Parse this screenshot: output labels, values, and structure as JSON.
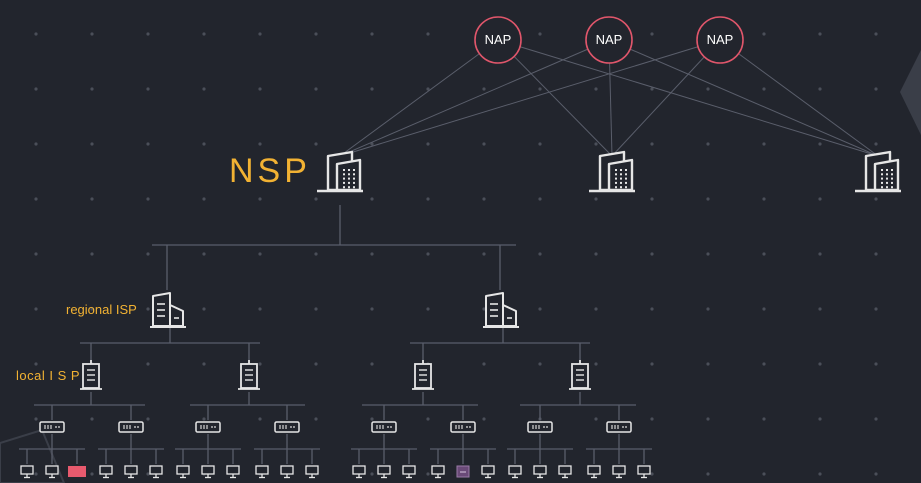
{
  "diagram": {
    "title": "",
    "labels": {
      "nsp": "NSP",
      "regional_isp": "regional ISP",
      "local_isp": "local I S P"
    },
    "nap_nodes": [
      {
        "label": "NAP"
      },
      {
        "label": "NAP"
      },
      {
        "label": "NAP"
      }
    ],
    "nsp_nodes": 3,
    "regional_isp_nodes": 2,
    "local_isp_nodes": 4,
    "switch_nodes": 8,
    "computers_per_switch": 3,
    "highlighted_computers": [
      {
        "group": 0,
        "index": 2,
        "style": "red"
      },
      {
        "group": 5,
        "index": 1,
        "style": "purple"
      }
    ]
  },
  "colors": {
    "background": "#22252d",
    "accent_label": "#f2b233",
    "nap_ring": "#e0566b",
    "icon_stroke": "#e6e6e6",
    "link_line": "#5a5e6b",
    "highlight_red": "#e85a6e",
    "highlight_purple": "#6a4a78"
  }
}
